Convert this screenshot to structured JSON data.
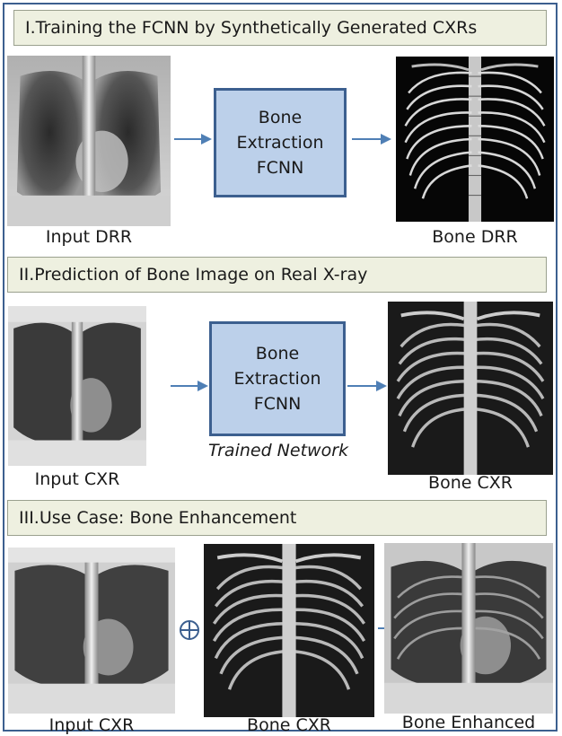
{
  "sections": [
    {
      "header": "I.Training the FCNN by Synthetically Generated CXRs",
      "input_caption": "Input DRR",
      "network_lines": [
        "Bone",
        "Extraction",
        "FCNN"
      ],
      "output_caption": "Bone DRR"
    },
    {
      "header": "II.Prediction of Bone Image on Real X-ray",
      "input_caption": "Input CXR",
      "network_lines": [
        "Bone",
        "Extraction",
        "FCNN"
      ],
      "network_note": "Trained Network",
      "output_caption": "Bone CXR"
    },
    {
      "header": "III.Use Case: Bone Enhancement",
      "input_caption": "Input CXR",
      "middle_caption": "Bone CXR",
      "output_caption": "Bone Enhanced"
    }
  ],
  "colors": {
    "network_box_fill": "#bcd0ea",
    "network_box_border": "#3c5f8f",
    "arrow": "#4f7fb5",
    "header_fill": "#eef0e0"
  }
}
